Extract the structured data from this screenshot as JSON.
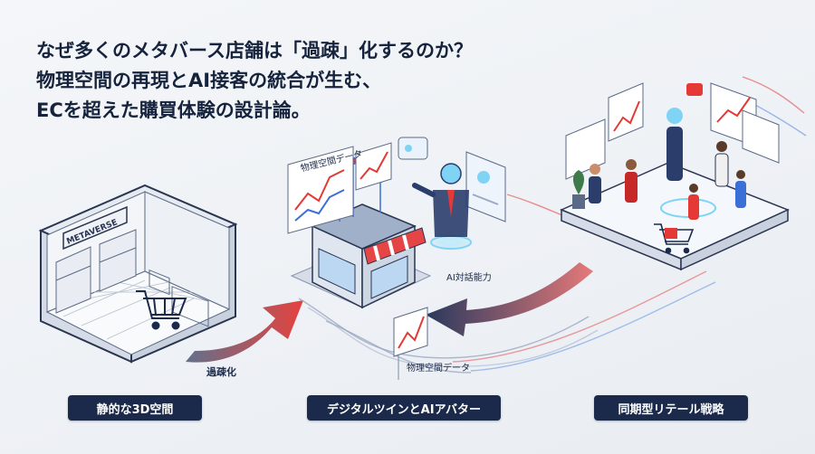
{
  "headline": {
    "line1": "なぜ多くのメタバース店舗は「過疎」化するのか？",
    "line2": "物理空間の再現とAI接客の統合が生む、",
    "line3": "ECを超えた購買体験の設計論。"
  },
  "scene1": {
    "sign_text": "METAVERSE",
    "arrow_label": "過疎化",
    "caption": "静的な3D空間"
  },
  "scene2": {
    "card_label": "物理空間データ",
    "ai_label": "AI対話能力",
    "data_label": "物理空間データ",
    "caption": "デジタルツインとAIアバター"
  },
  "scene3": {
    "caption": "同期型リテール戦略"
  },
  "colors": {
    "navy": "#1b2a4a",
    "accent_red": "#e03a3a",
    "accent_blue": "#3a6fd8",
    "hologram": "#7fd4f5"
  }
}
